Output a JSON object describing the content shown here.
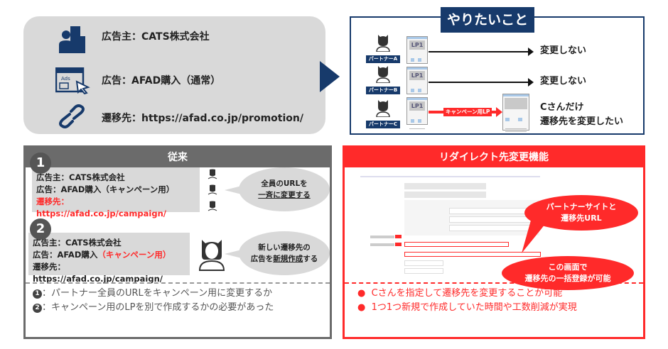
{
  "current": {
    "advertiser": "広告主：CATS株式会社",
    "ad": "広告：AFAD購入（通常）",
    "redirect": "遷移先：https://afad.co.jp/promotion/"
  },
  "want": {
    "title": "やりたいこと",
    "partners": [
      "パートナーA",
      "パートナーB",
      "パートナーC"
    ],
    "lp_label": "LP1",
    "campaign_lp": "キャンペーン用LP",
    "result_a": "変更しない",
    "result_b": "変更しない",
    "result_c_line1": "Cさんだけ",
    "result_c_line2": "遷移先を変更したい"
  },
  "old": {
    "title": "従来",
    "case1": {
      "num": "1",
      "advertiser": "広告主：CATS株式会社",
      "ad": "広告：AFAD購入（キャンペーン用）",
      "redirect": "遷移先：https://afad.co.jp/campaign/",
      "bubble_line1": "全員のURLを",
      "bubble_line2": "一斉に変更する"
    },
    "case2": {
      "num": "2",
      "advertiser": "広告主：CATS株式会社",
      "ad_prefix": "広告：AFAD購入",
      "ad_suffix": "（キャンペーン用）",
      "redirect": "遷移先：https://afad.co.jp/campaign/",
      "bubble_line1": "新しい遷移先の",
      "bubble_line2a": "広告を",
      "bubble_line2b": "新規作成",
      "bubble_line2c": "する"
    },
    "notes": [
      {
        "num": "1",
        "text": "：パートナー全員のURLをキャンペーン用に変更するか"
      },
      {
        "num": "2",
        "text": "：キャンペーン用のLPを別で作成するかの必要があった"
      }
    ]
  },
  "new": {
    "title": "リダイレクト先変更機能",
    "callout1_line1": "パートナーサイトと",
    "callout1_line2": "遷移先URL",
    "callout2_line1": "この画面で",
    "callout2_line2": "遷移先の一括登録が可能",
    "notes": [
      "Cさんを指定して遷移先を変更することが可能",
      "1つ1つ新規で作成していた時間や工数削減が実現"
    ]
  },
  "colors": {
    "navy": "#173a6b",
    "red": "#ff2a2a",
    "gray": "#6b6b6b"
  }
}
